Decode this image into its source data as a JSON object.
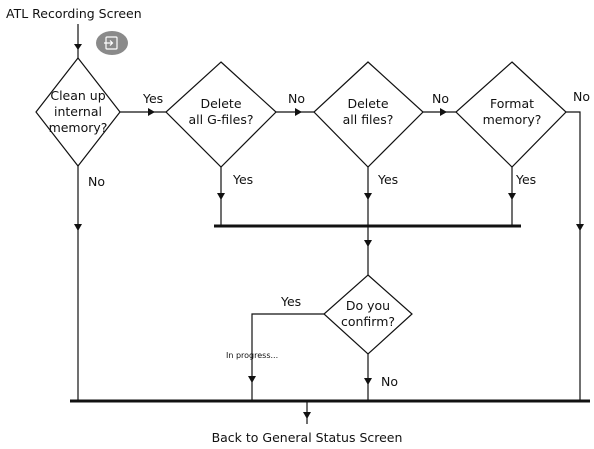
{
  "start_label": "ATL Recording Screen",
  "end_label": "Back to General Status Screen",
  "start_icon": "menu-enter-icon",
  "decisions": {
    "cleanup": [
      "Clean up",
      "internal",
      "memory?"
    ],
    "delete_g": [
      "Delete",
      "all G-files?"
    ],
    "delete_all": [
      "Delete",
      "all files?"
    ],
    "format": [
      "Format",
      "memory?"
    ],
    "confirm": [
      "Do you",
      "confirm?"
    ]
  },
  "edges": {
    "cleanup_yes": "Yes",
    "cleanup_no": "No",
    "delete_g_yes": "Yes",
    "delete_g_no": "No",
    "delete_all_yes": "Yes",
    "delete_all_no": "No",
    "format_yes": "Yes",
    "format_no": "No",
    "confirm_yes": "Yes",
    "confirm_no": "No"
  },
  "progress_label": "In progress..."
}
